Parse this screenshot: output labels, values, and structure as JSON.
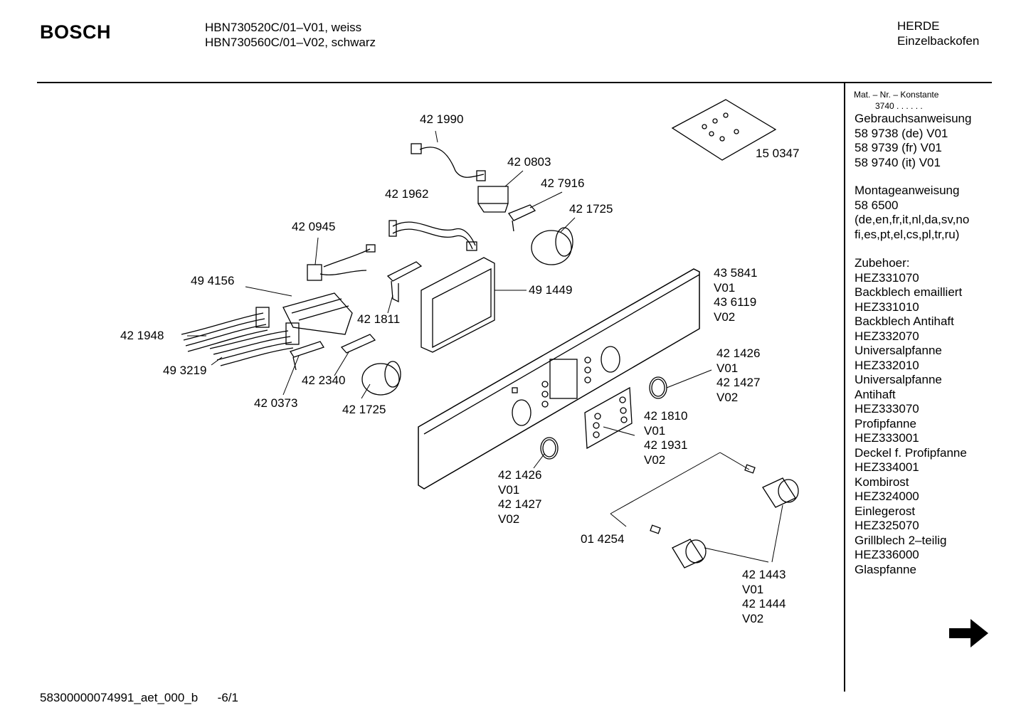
{
  "header": {
    "brand": "BOSCH",
    "model_line_1": "HBN730520C/01–V01, weiss",
    "model_line_2": "HBN730560C/01–V02, schwarz",
    "category_line_1": "HERDE",
    "category_line_2": "Einzelbackofen"
  },
  "parts": [
    {
      "id": "p421990",
      "lines": [
        "42 1990"
      ]
    },
    {
      "id": "p420803",
      "lines": [
        "42 0803"
      ]
    },
    {
      "id": "p427916",
      "lines": [
        "42 7916"
      ]
    },
    {
      "id": "p421962",
      "lines": [
        "42 1962"
      ]
    },
    {
      "id": "p421725a",
      "lines": [
        "42 1725"
      ]
    },
    {
      "id": "p420945",
      "lines": [
        "42 0945"
      ]
    },
    {
      "id": "p150347",
      "lines": [
        "15 0347"
      ]
    },
    {
      "id": "p494156",
      "lines": [
        "49 4156"
      ]
    },
    {
      "id": "p491449",
      "lines": [
        "49 1449"
      ]
    },
    {
      "id": "p435841",
      "lines": [
        "43 5841",
        "V01",
        "43 6119",
        "V02"
      ]
    },
    {
      "id": "p421811",
      "lines": [
        "42 1811"
      ]
    },
    {
      "id": "p421948",
      "lines": [
        "42 1948"
      ]
    },
    {
      "id": "p493219",
      "lines": [
        "49 3219"
      ]
    },
    {
      "id": "p422340",
      "lines": [
        "42 2340"
      ]
    },
    {
      "id": "p420373",
      "lines": [
        "42 0373"
      ]
    },
    {
      "id": "p421725b",
      "lines": [
        "42 1725"
      ]
    },
    {
      "id": "p421426a",
      "lines": [
        "42 1426",
        "V01",
        "42 1427",
        "V02"
      ]
    },
    {
      "id": "p421810",
      "lines": [
        "42 1810",
        "V01",
        "42 1931",
        "V02"
      ]
    },
    {
      "id": "p421426b",
      "lines": [
        "42 1426",
        "V01",
        "42 1427",
        "V02"
      ]
    },
    {
      "id": "p014254",
      "lines": [
        "01 4254"
      ]
    },
    {
      "id": "p421443",
      "lines": [
        "42 1443",
        "V01",
        "42 1444",
        "V02"
      ]
    }
  ],
  "sidebar": {
    "constant_label": "Mat. – Nr. – Konstante",
    "constant_value": "3740 . . . . . .",
    "block1": [
      "Gebrauchsanweisung",
      "58 9738 (de) V01",
      "58 9739 (fr) V01",
      "58 9740 (it) V01"
    ],
    "block2": [
      "Montageanweisung",
      "58 6500",
      "(de,en,fr,it,nl,da,sv,no",
      "fi,es,pt,el,cs,pl,tr,ru)"
    ],
    "block3": [
      "Zubehoer:",
      "HEZ331070",
      "Backblech emailliert",
      "HEZ331010",
      "Backblech Antihaft",
      "HEZ332070",
      "Universalpfanne",
      "HEZ332010",
      "Universalpfanne",
      "Antihaft",
      "HEZ333070",
      "Profipfanne",
      "HEZ333001",
      "Deckel f. Profipfanne",
      "HEZ334001",
      "Kombirost",
      "HEZ324000",
      "Einlegerost",
      "HEZ325070",
      "Grillblech 2–teilig",
      "HEZ336000",
      "Glaspfanne"
    ]
  },
  "footer": {
    "doc_id": "58300000074991_aet_000_b",
    "page": "-6/1"
  },
  "icons": {
    "next_page": "right-arrow-icon"
  }
}
